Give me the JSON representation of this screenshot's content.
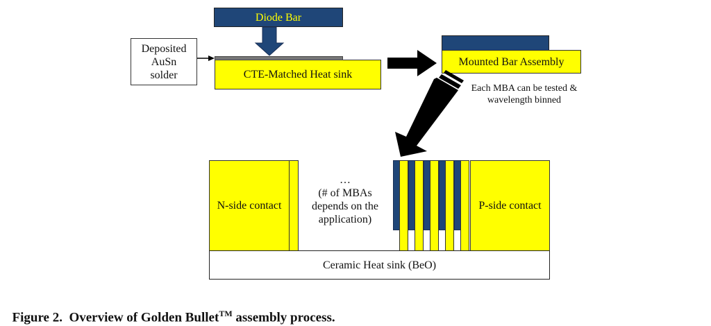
{
  "diagram": {
    "diode_bar": {
      "label": "Diode Bar"
    },
    "solder": {
      "label_lines": [
        "Deposited",
        "AuSn",
        "solder"
      ]
    },
    "heat_sink": {
      "label": "CTE-Matched Heat sink"
    },
    "mba": {
      "label": "Mounted Bar Assembly"
    },
    "mba_note": {
      "lines": [
        "Each MBA can be tested &",
        "wavelength binned"
      ]
    },
    "n_contact": {
      "label": "N-side contact"
    },
    "p_contact": {
      "label": "P-side contact"
    },
    "middle_note": {
      "lines": [
        "…",
        "(# of MBAs",
        "depends on the",
        "application)"
      ]
    },
    "ceramic": {
      "label": "Ceramic Heat sink (BeO)"
    },
    "stack_count": 5,
    "colors": {
      "navy": "#1f4678",
      "yellow": "#ffff00",
      "solder_gray": "#777777",
      "arrow": "#000000"
    }
  },
  "caption": {
    "prefix": "Figure 2.  Overview of Golden Bullet",
    "superscript": "TM",
    "suffix": " assembly process."
  }
}
